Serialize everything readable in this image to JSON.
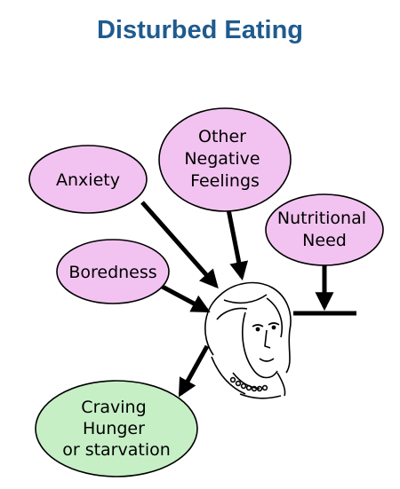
{
  "title": "Disturbed Eating",
  "nodes": {
    "anxiety": {
      "lines": [
        "Anxiety"
      ]
    },
    "other_negative_feelings": {
      "lines": [
        "Other",
        "Negative",
        "Feelings"
      ]
    },
    "nutritional_need": {
      "lines": [
        "Nutritional",
        "Need"
      ]
    },
    "boredness": {
      "lines": [
        "Boredness"
      ]
    },
    "craving": {
      "lines": [
        "Craving",
        "Hunger",
        "or starvation"
      ]
    }
  },
  "colors": {
    "title": "#1f5b8e",
    "input_node_fill": "#f2c3f0",
    "output_node_fill": "#c6efc6",
    "stroke": "#000000"
  },
  "icons": {
    "center_figure": "woman-face-illustration"
  }
}
